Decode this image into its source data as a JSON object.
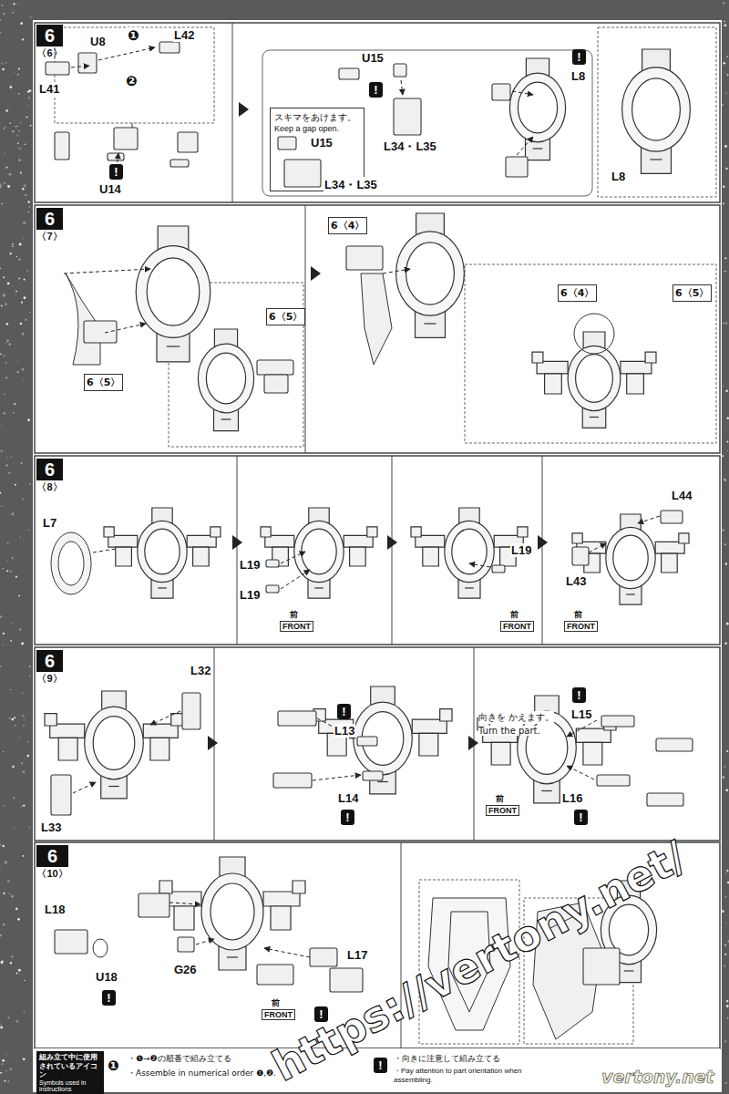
{
  "diagram": {
    "nodes": [
      {
        "text": [
          "6",
          "〈6〉"
        ]
      },
      {
        "text": [
          "スキマをあけます。",
          "Keep a gap open."
        ]
      },
      {
        "text": [
          "6",
          "〈7〉"
        ]
      },
      {
        "text": [
          "6",
          "〈8〉"
        ]
      },
      {
        "text": [
          "6",
          "〈9〉"
        ]
      },
      {
        "text": [
          "6",
          "〈10〉"
        ]
      },
      {
        "text": [
          "組み立て中に使用 されているアイコン",
          "Symbols used in instructions"
        ]
      }
    ],
    "labels": [
      "U8",
      "❶",
      "L42",
      "L41",
      "❷",
      "!",
      "U14",
      "U15",
      "!",
      "U15",
      "L34・L35",
      "L34・L35",
      "!",
      "L8",
      "L8",
      "6〈5〉",
      "6〈5〉",
      "6〈4〉",
      "6〈4〉",
      "6〈5〉",
      "L7",
      "L19",
      "L19",
      "前",
      "FRONT",
      "L19",
      "前",
      "FRONT",
      "L44",
      "L43",
      "前",
      "FRONT",
      "L32",
      "L33",
      "!",
      "L13",
      "L14",
      "!",
      "向きを かえます。",
      "Turn the part.",
      "!",
      "L15",
      "L16",
      "!",
      "前",
      "FRONT",
      "L18",
      "U18",
      "!",
      "G26",
      "前",
      "FRONT",
      "L17",
      "!",
      "https://vertony.net/",
      "vertony.net",
      "❶",
      "・❶→❷の順番で組み立てる",
      "・Assemble in numerical order ❶,❷.",
      "!",
      "・向きに注意して組み立てる",
      "・Pay attention to part orientation when assembling."
    ]
  }
}
